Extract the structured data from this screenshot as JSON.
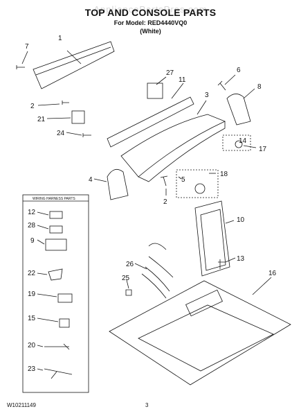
{
  "watermark": "AppliancePartsPros.com",
  "title": "TOP AND CONSOLE PARTS",
  "model_line": "For Model: RED4440VQ0",
  "color_line": "(White)",
  "wiring_harness_title": "WIRING HARNESS PARTS",
  "callouts": {
    "c1": "1",
    "c7": "7",
    "c2a": "2",
    "c21": "21",
    "c24": "24",
    "c27": "27",
    "c11": "11",
    "c6": "6",
    "c8": "8",
    "c3": "3",
    "c14": "14",
    "c17": "17",
    "c4": "4",
    "c2b": "2",
    "c5": "5",
    "c18": "18",
    "c10": "10",
    "c26": "26",
    "c13": "13",
    "c25": "25",
    "c16": "16"
  },
  "harness_items": [
    "12",
    "28",
    "9",
    "22",
    "19",
    "15",
    "20",
    "23"
  ],
  "footer_doc": "W10211149",
  "footer_page": "3"
}
